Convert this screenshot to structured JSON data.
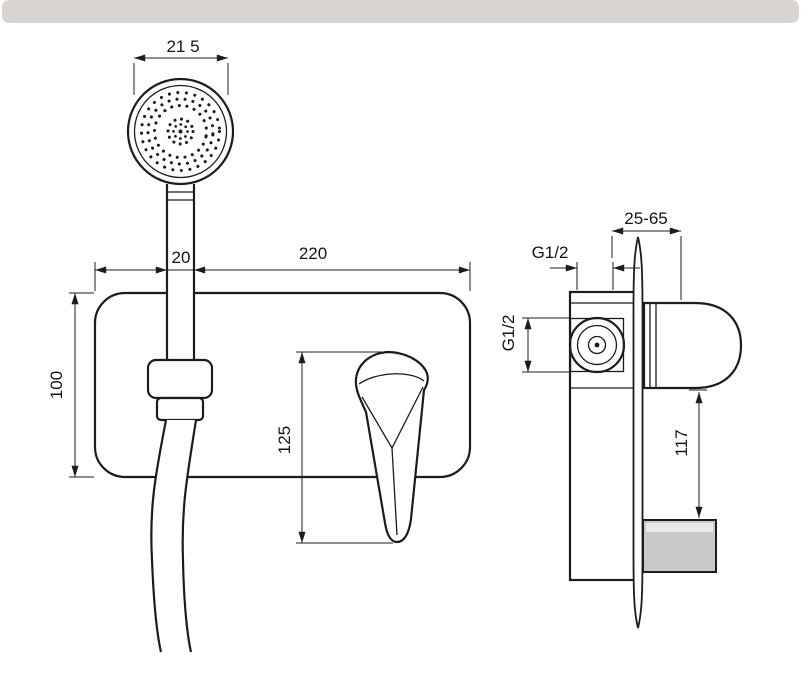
{
  "colors": {
    "topbar": "#d8d5d0",
    "line": "#1c1c1c",
    "spout_fill": "#c9c9c9"
  },
  "front_view": {
    "dim_head_width": "21 5",
    "dim_handle_width": "20",
    "dim_plate_width": "220",
    "dim_plate_height": "100",
    "dim_lever_length": "125"
  },
  "side_view": {
    "dim_depth_range": "25-65",
    "dim_thread_top": "G1/2",
    "dim_thread_side": "G1/2",
    "dim_port_spacing": "117"
  }
}
